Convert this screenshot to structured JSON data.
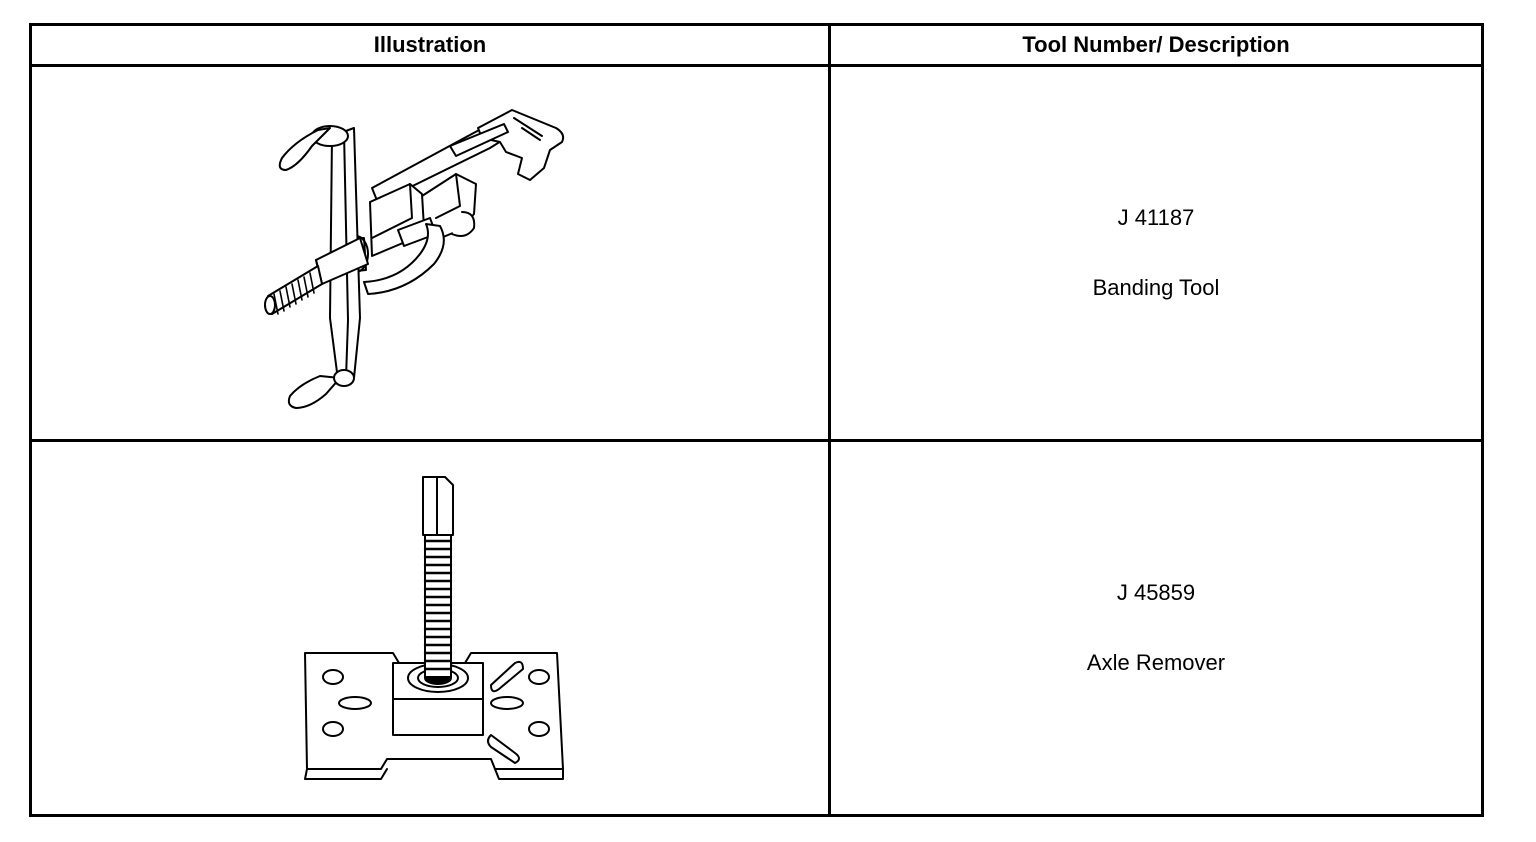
{
  "table": {
    "headers": {
      "illustration": "Illustration",
      "tool_description": "Tool Number/ Description"
    },
    "rows": [
      {
        "tool_number": "J 41187",
        "description": "Banding Tool",
        "illustration_icon": "banding-tool-icon"
      },
      {
        "tool_number": "J 45859",
        "description": "Axle Remover",
        "illustration_icon": "axle-remover-icon"
      }
    ]
  }
}
